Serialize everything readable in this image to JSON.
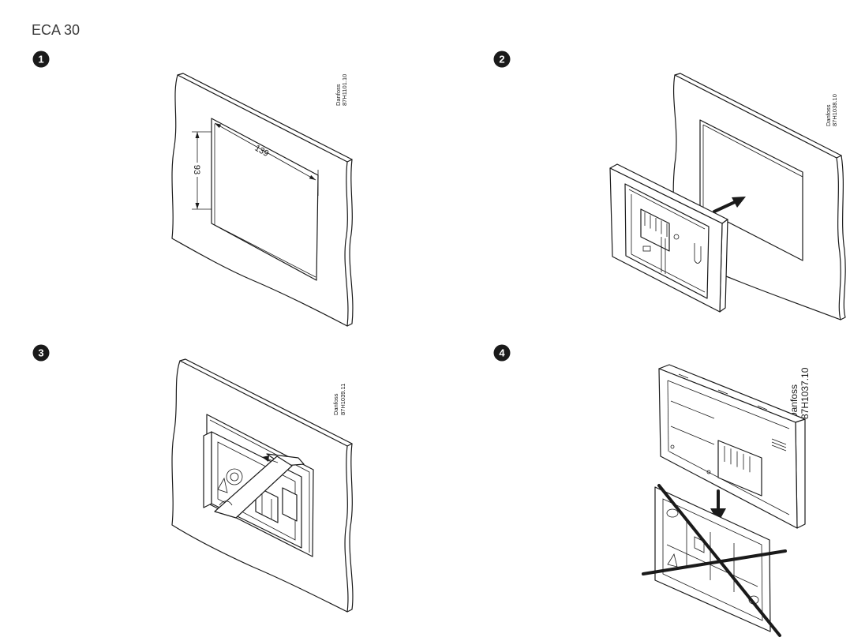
{
  "page": {
    "title": "ECA 30"
  },
  "steps": [
    {
      "number": "1"
    },
    {
      "number": "2"
    },
    {
      "number": "3"
    },
    {
      "number": "4"
    }
  ],
  "panel1": {
    "dim_width": "139",
    "dim_height": "93",
    "brand": "Danfoss",
    "code": "87H1101.10"
  },
  "panel2": {
    "brand": "Danfoss",
    "code": "87H1038.10"
  },
  "panel3": {
    "brand": "Danfoss",
    "code": "87H1039.11"
  },
  "panel4": {
    "brand": "Danfoss",
    "code": "87H1037.10"
  },
  "colors": {
    "ink": "#1a1a1a",
    "paper": "#ffffff",
    "title": "#3a3a3a"
  }
}
